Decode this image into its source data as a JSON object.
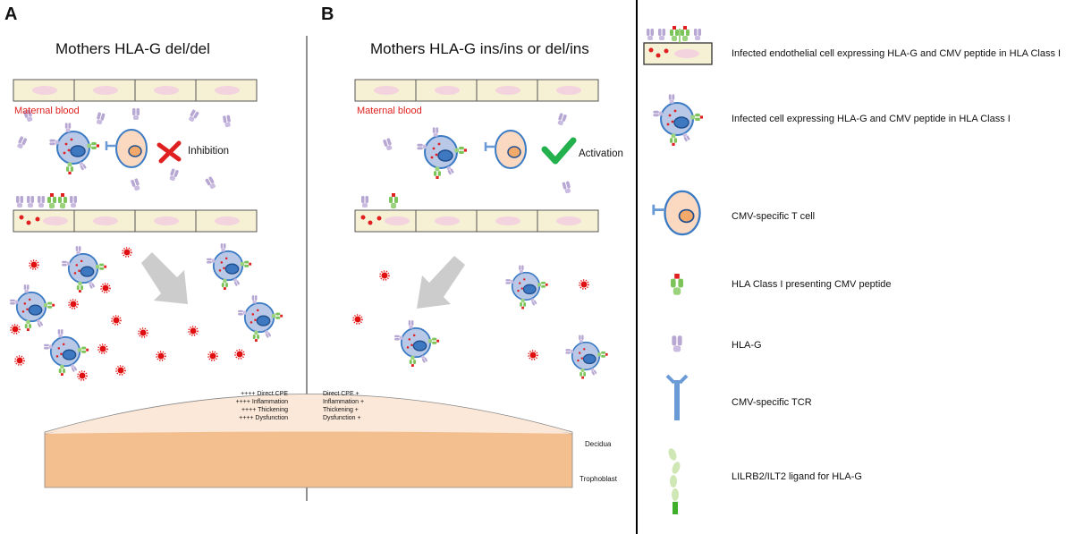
{
  "panels": [
    {
      "letter": "A",
      "title": "Mothers HLA-G del/del",
      "blood_label": "Maternal blood",
      "outcome": "Inhibition",
      "effects": [
        "++++ Direct CPE",
        "++++ Inflammation",
        "++++ Thickening",
        "++++ Dysfunction"
      ]
    },
    {
      "letter": "B",
      "title": "Mothers HLA-G ins/ins or del/ins",
      "blood_label": "Maternal blood",
      "outcome": "Activation",
      "effects": [
        "Direct CPE +",
        "Inflammation +",
        "Thickening +",
        "Dysfunction +"
      ]
    }
  ],
  "layers": {
    "decidua": "Decidua",
    "trophoblast": "Trophoblast"
  },
  "legend": [
    {
      "icon": "infected-endothelial-cell-icon",
      "text": "Infected endothelial cell expressing HLA-G and CMV peptide in HLA Class I"
    },
    {
      "icon": "infected-cell-icon",
      "text": "Infected cell expressing HLA-G and CMV peptide in HLA Class I"
    },
    {
      "icon": "t-cell-icon",
      "text": "CMV-specific T cell"
    },
    {
      "icon": "hla-class-i-icon",
      "text": "HLA Class I presenting CMV peptide"
    },
    {
      "icon": "hla-g-icon",
      "text": "HLA-G"
    },
    {
      "icon": "tcr-icon",
      "text": "CMV-specific TCR"
    },
    {
      "icon": "lilrb2-ilt2-icon",
      "text": "LILRB2/ILT2 ligand for HLA-G"
    }
  ],
  "colors": {
    "cell_fill": "#b8c8e6",
    "cell_stroke": "#3b7bc4",
    "tcell_fill": "#fad9c0",
    "nucleus_fill": "#3e78c0",
    "tnucleus_fill": "#f2a96a",
    "virus": "#e01010",
    "hla_g": "#b7a7d3",
    "hla_class1": "#7cc35a",
    "endothelium": "#f6f0d4",
    "decidua": "#fbe8d8",
    "trophoblast": "#f3bf8f",
    "check": "#22b14c",
    "cross": "#e02020"
  }
}
